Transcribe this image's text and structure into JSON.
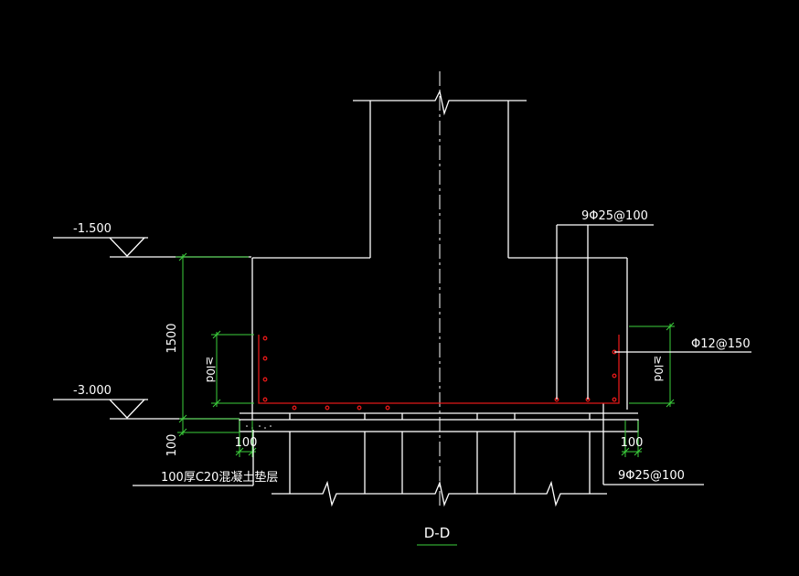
{
  "colors": {
    "background": "#000000",
    "lines": "#ffffff",
    "dimensions": "#3cd03c",
    "rebar": "#e01818"
  },
  "elevations": {
    "upper": "-1.500",
    "lower": "-3.000"
  },
  "dimensions": {
    "height_1500": "1500",
    "height_100": "100",
    "offset_left": "100",
    "offset_right": "100"
  },
  "anchorage": {
    "left": "≥l0d",
    "right": "≥l0d"
  },
  "rebar": {
    "top_label": "9Φ25@100",
    "side_label": "Φ12@150",
    "bottom_label": "9Φ25@100"
  },
  "notes": {
    "cushion": "100厚C20混凝土垫层"
  },
  "section": {
    "title": "D-D"
  }
}
